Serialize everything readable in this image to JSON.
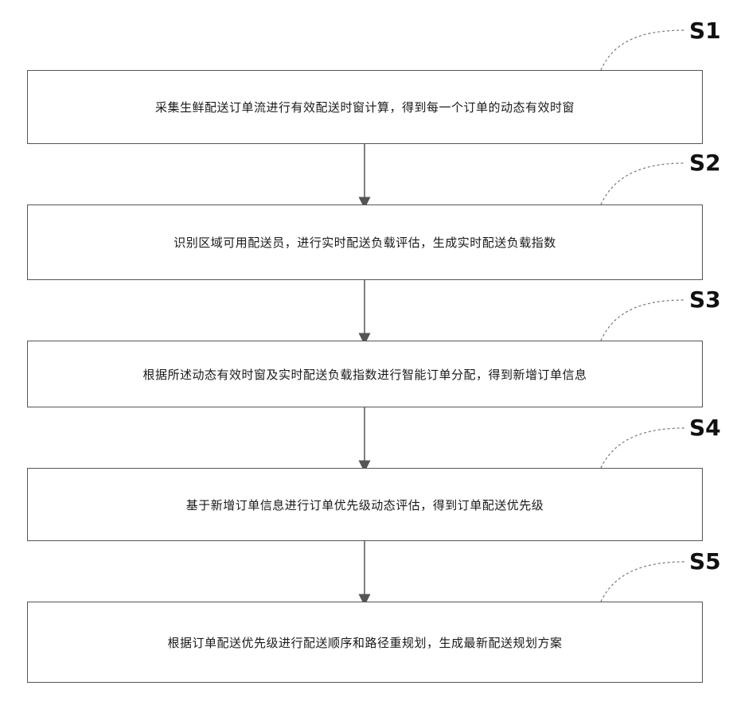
{
  "steps": [
    {
      "label": "S1",
      "text": "采集生鲜配送订单流进行有效配送时窗计算，得到每一个订单的动态有效时窗"
    },
    {
      "label": "S2",
      "text": "识别区域可用配送员，进行实时配送负载评估，生成实时配送负载指数"
    },
    {
      "label": "S3",
      "text": "根据所述动态有效时窗及实时配送负载指数进行智能订单分配，得到新增订单信息"
    },
    {
      "label": "S4",
      "text": "基于新增订单信息进行订单优先级动态评估，得到订单配送优先级"
    },
    {
      "label": "S5",
      "text": "根据订单配送优先级进行配送顺序和路径重规划，生成最新配送规划方案"
    }
  ],
  "colors": {
    "line": "#555555",
    "text": "#1a1a1a"
  }
}
